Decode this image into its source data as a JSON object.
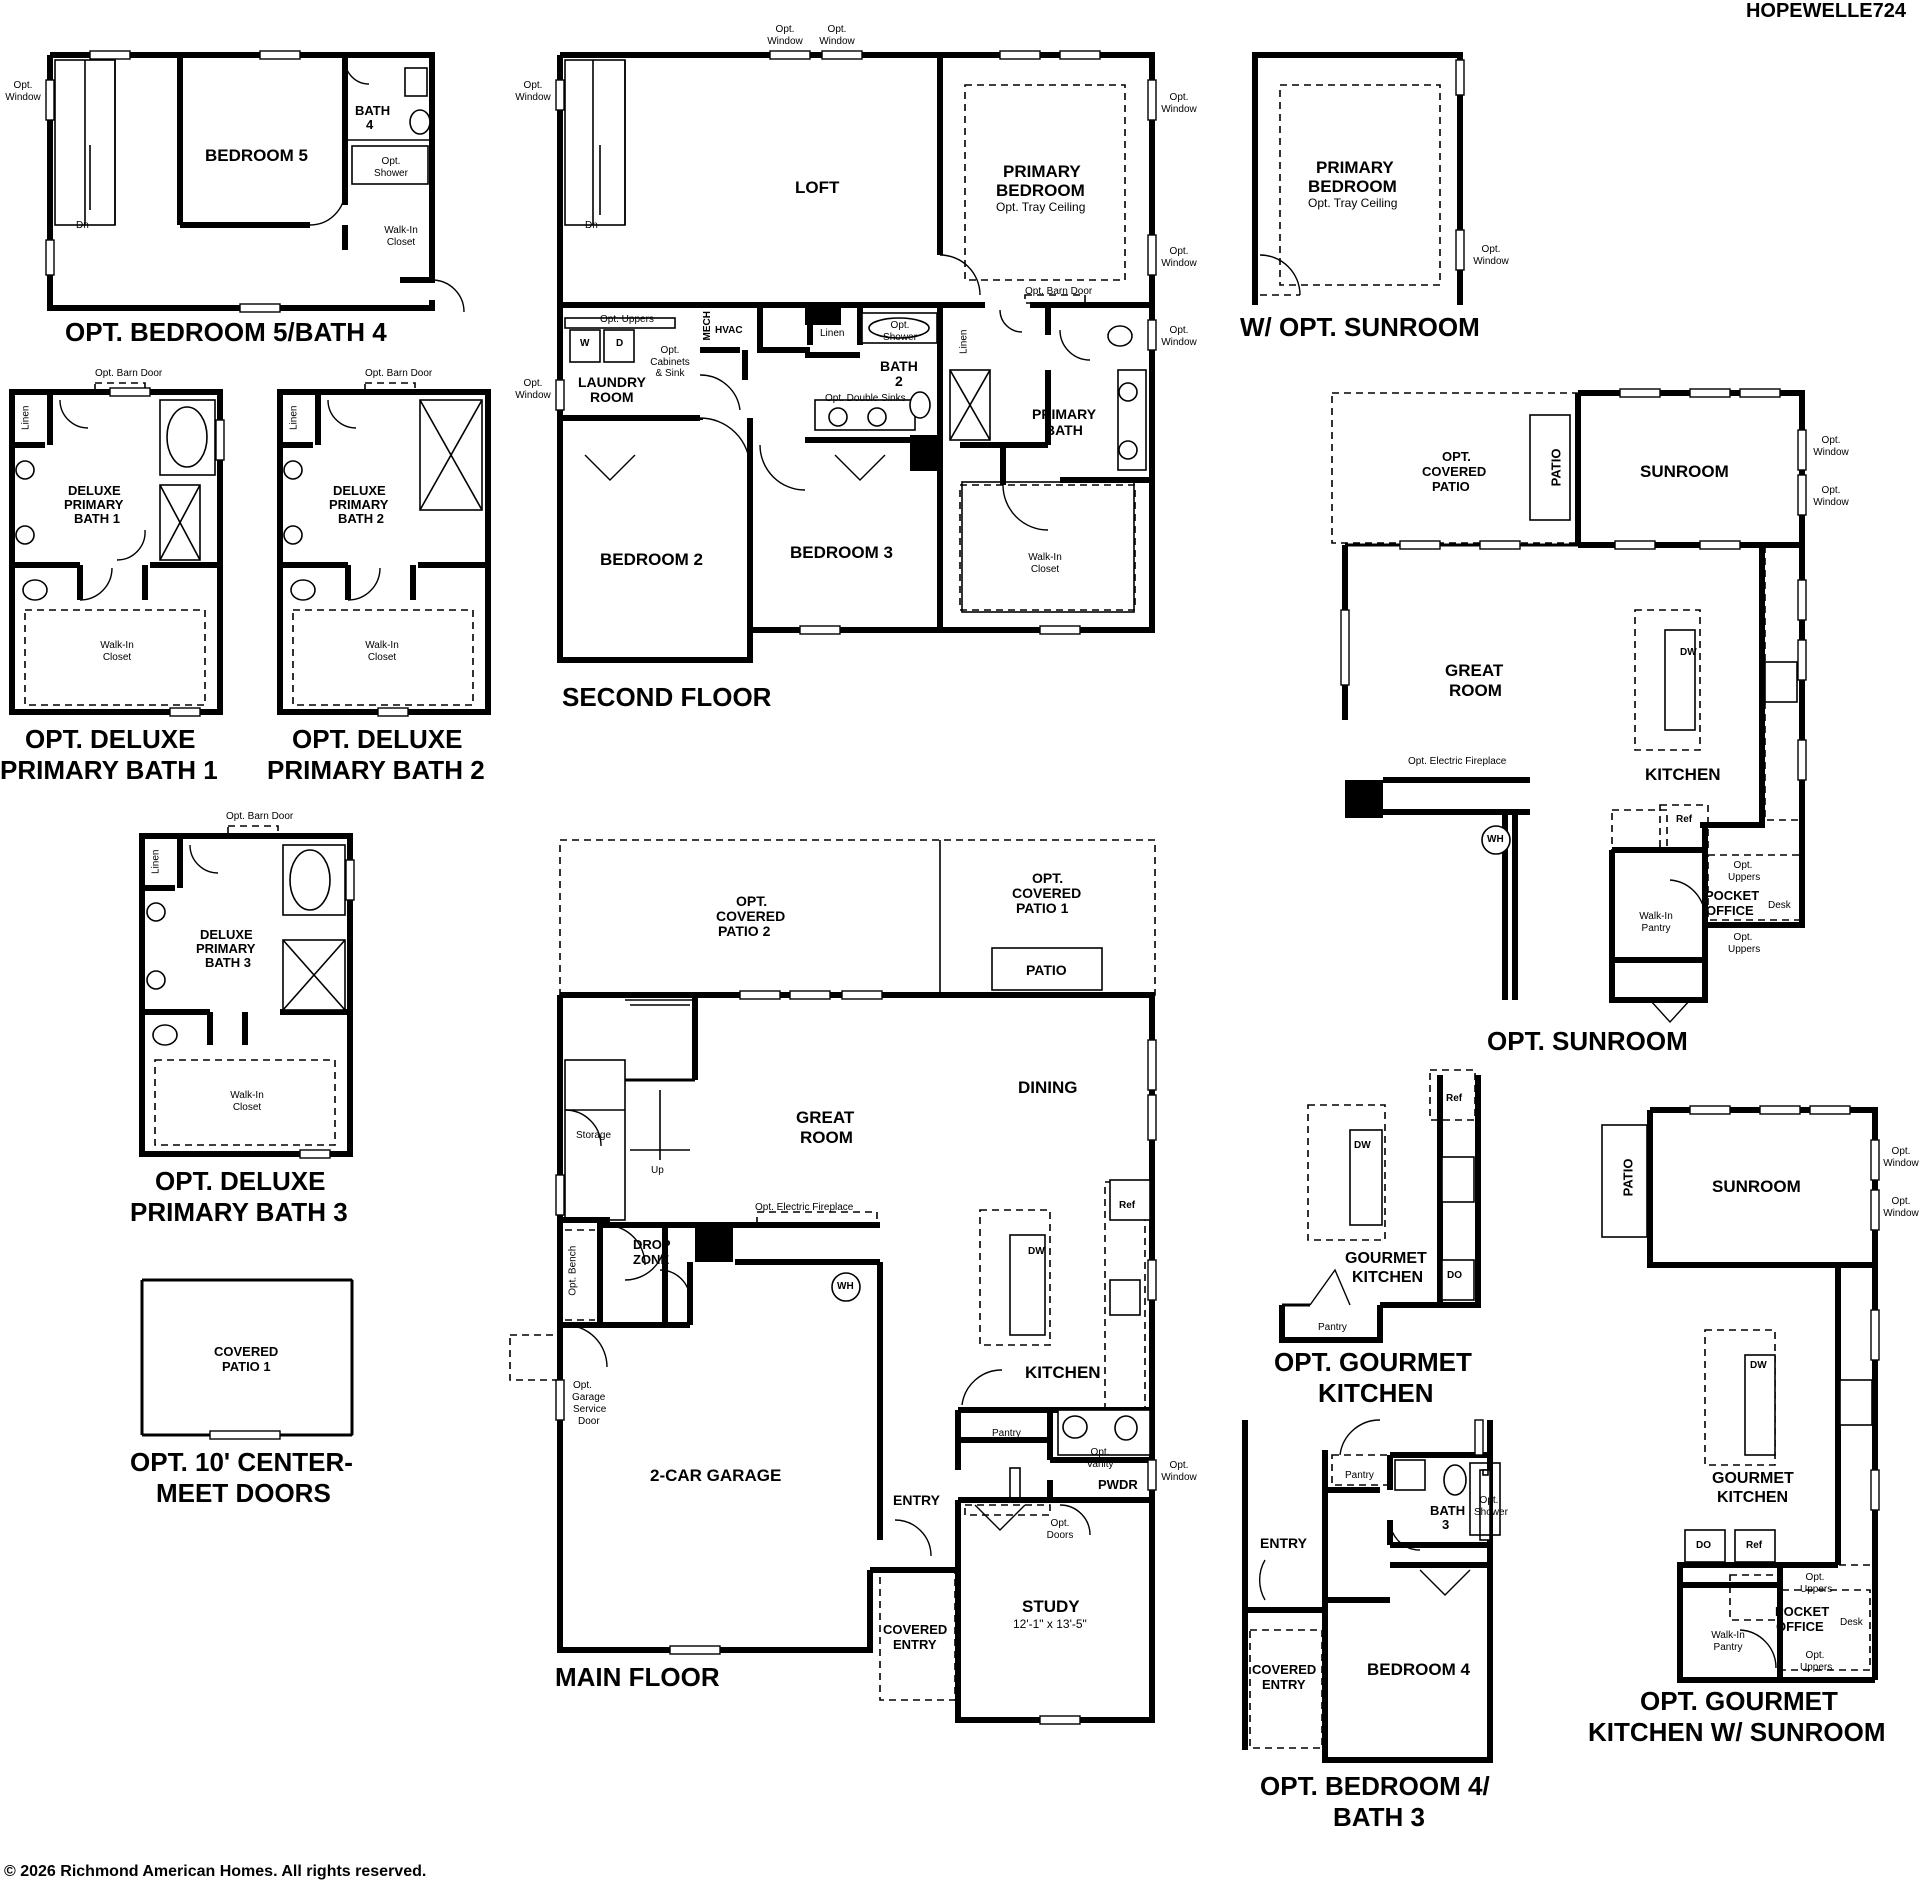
{
  "header": {
    "plan_code": "HOPEWELLE724"
  },
  "footer": {
    "copyright": "© 2026 Richmond American Homes. All rights reserved."
  },
  "titles": {
    "opt_bedroom5_bath4": "OPT. BEDROOM 5/BATH 4",
    "second_floor": "SECOND FLOOR",
    "with_opt_sunroom": "W/ OPT. SUNROOM",
    "deluxe1_a": "OPT. DELUXE",
    "deluxe1_b": "PRIMARY BATH 1",
    "deluxe2_a": "OPT. DELUXE",
    "deluxe2_b": "PRIMARY BATH 2",
    "deluxe3_a": "OPT. DELUXE",
    "deluxe3_b": "PRIMARY BATH 3",
    "center_meet_a": "OPT. 10' CENTER-",
    "center_meet_b": "MEET DOORS",
    "main_floor": "MAIN FLOOR",
    "opt_sunroom": "OPT. SUNROOM",
    "gourmet_a": "OPT. GOURMET",
    "gourmet_b": "KITCHEN",
    "bed4_a": "OPT. BEDROOM 4/",
    "bed4_b": "BATH 3",
    "gourmet_sun_a": "OPT. GOURMET",
    "gourmet_sun_b": "KITCHEN W/ SUNROOM"
  },
  "rooms": {
    "bedroom5": "BEDROOM 5",
    "bath4_a": "BATH",
    "bath4_b": "4",
    "opt_shower": "Opt. Shower",
    "walkin_closet": "Walk-In Closet",
    "dn": "Dn",
    "up": "Up",
    "opt_window": "Opt. Window",
    "loft": "LOFT",
    "primary_bedroom_a": "PRIMARY",
    "primary_bedroom_b": "BEDROOM",
    "opt_tray": "Opt. Tray Ceiling",
    "opt_uppers": "Opt. Uppers",
    "mech": "MECH",
    "hvac": "HVAC",
    "opt_cabinets": "Opt. Cabinets & Sink",
    "laundry_a": "LAUNDRY",
    "laundry_b": "ROOM",
    "w": "W",
    "d": "D",
    "linen": "Linen",
    "bath2_a": "BATH",
    "bath2_b": "2",
    "opt_double_sinks": "Opt. Double Sinks",
    "opt_barn_door": "Opt. Barn Door",
    "primary_bath_a": "PRIMARY",
    "primary_bath_b": "BATH",
    "bedroom2": "BEDROOM 2",
    "bedroom3": "BEDROOM 3",
    "deluxe_primary": "DELUXE",
    "deluxe_primary_b": "PRIMARY",
    "bath_1": "BATH 1",
    "bath_2": "BATH 2",
    "bath_3": "BATH 3",
    "covered_patio1_a": "COVERED",
    "covered_patio1_b": "PATIO 1",
    "opt_covered_patio2_a": "OPT.",
    "opt_covered_patio2_b": "COVERED",
    "opt_covered_patio2_c": "PATIO 2",
    "opt_covered_patio1_c": "PATIO 1",
    "patio": "PATIO",
    "great_room_a": "GREAT",
    "great_room_b": "ROOM",
    "dining": "DINING",
    "storage": "Storage",
    "opt_bench": "Opt. Bench",
    "drop_zone_a": "DROP",
    "drop_zone_b": "ZONE",
    "opt_electric_fireplace": "Opt. Electric Fireplace",
    "wh": "WH",
    "ref": "Ref",
    "dw": "DW",
    "kitchen": "KITCHEN",
    "pantry": "Pantry",
    "opt_vanity": "Opt. Vanity",
    "pwdr": "PWDR",
    "opt_garage_door_a": "Opt.",
    "opt_garage_door_b": "Garage",
    "opt_garage_door_c": "Service",
    "opt_garage_door_d": "Door",
    "garage": "2-CAR GARAGE",
    "entry": "ENTRY",
    "opt_doors": "Opt. Doors",
    "study": "STUDY",
    "study_dims": "12'-1\" x 13'-5\"",
    "covered_entry_a": "COVERED",
    "covered_entry_b": "ENTRY",
    "opt_covered_patio_b": "COVERED",
    "opt_covered_patio_c": "PATIO",
    "sunroom": "SUNROOM",
    "pocket_office_a": "POCKET",
    "pocket_office_b": "OFFICE",
    "desk": "Desk",
    "walkin_pantry": "Walk-In Pantry",
    "do": "DO",
    "gourmet_kitchen_a": "GOURMET",
    "gourmet_kitchen_b": "KITCHEN",
    "bedroom4": "BEDROOM 4",
    "bath3_a": "BATH",
    "bath3_b": "3"
  }
}
